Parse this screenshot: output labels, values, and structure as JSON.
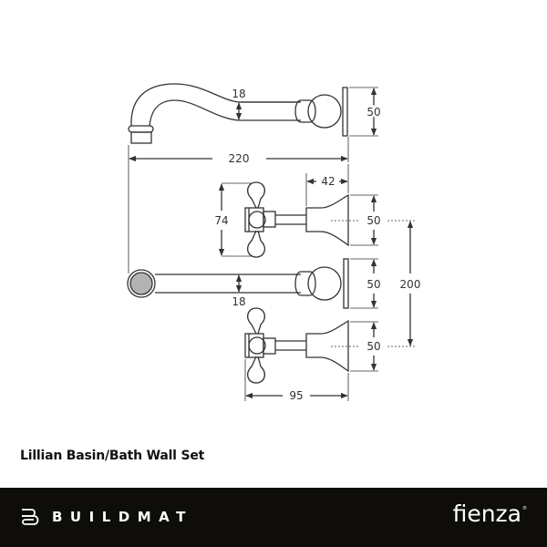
{
  "product": {
    "title": "Lillian Basin/Bath Wall Set"
  },
  "drawing": {
    "dimensions": {
      "spout_pipe_diameter_top": "18",
      "spout_flange_height_top": "50",
      "spout_projection": "220",
      "handle_projection": "42",
      "handle_height": "74",
      "tap_flange_upper": "50",
      "spout_flange_lower": "50",
      "tap_flange_lower": "50",
      "spout_pipe_diameter_bottom": "18",
      "tap_centres": "200",
      "tap_overall_depth": "95"
    },
    "line_color": "#333333",
    "outlet_fill": "#b3b3b3"
  },
  "footer": {
    "left_brand": "BUILDMAT",
    "right_brand": "fienza",
    "right_brand_mark": "®",
    "background": "#0e0d0a"
  }
}
